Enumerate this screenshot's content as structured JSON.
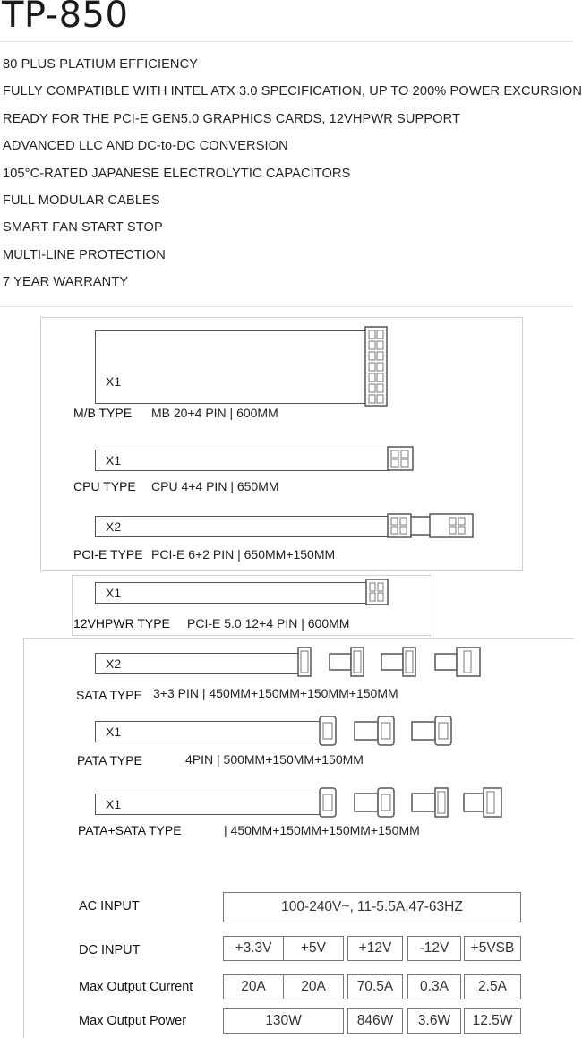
{
  "title": "TP-850",
  "features": [
    "80 PLUS PLATIUM EFFICIENCY",
    "FULLY COMPATIBLE WITH INTEL ATX 3.0 SPECIFICATION, UP TO 200% POWER EXCURSION",
    "READY FOR THE PCI-E GEN5.0 GRAPHICS CARDS, 12VHPWR SUPPORT",
    "ADVANCED LLC AND DC-to-DC CONVERSION",
    "105°C-RATED JAPANESE ELECTROLYTIC CAPACITORS",
    "FULL MODULAR CABLES",
    "SMART FAN START STOP",
    "MULTI-LINE PROTECTION",
    "7 YEAR WARRANTY"
  ],
  "cables": {
    "mb": {
      "mult": "X1",
      "type": "M/B TYPE",
      "spec": "MB 20+4 PIN | 600MM"
    },
    "cpu": {
      "mult": "X1",
      "type": "CPU TYPE",
      "spec": "CPU 4+4 PIN | 650MM"
    },
    "pcie": {
      "mult": "X2",
      "type": "PCI-E TYPE",
      "spec": "PCI-E 6+2 PIN | 650MM+150MM"
    },
    "hpwr": {
      "mult": "X1",
      "type": "12VHPWR TYPE",
      "spec": "PCI-E 5.0  12+4 PIN | 600MM"
    },
    "sata": {
      "mult": "X2",
      "type": "SATA TYPE",
      "spec": "3+3 PIN | 450MM+150MM+150MM+150MM"
    },
    "pata": {
      "mult": "X1",
      "type": "PATA TYPE",
      "spec": "4PIN | 500MM+150MM+150MM"
    },
    "patasata": {
      "mult": "X1",
      "type": "PATA+SATA TYPE",
      "spec": "| 450MM+150MM+150MM+150MM"
    }
  },
  "table": {
    "ac_label": "AC INPUT",
    "ac_value": "100-240V~, 11-5.5A,47-63HZ",
    "dc_label": "DC INPUT",
    "dc": [
      "+3.3V",
      "+5V",
      "+12V",
      "-12V",
      "+5VSB"
    ],
    "current_label": "Max Output Current",
    "current": [
      "20A",
      "20A",
      "70.5A",
      "0.3A",
      "2.5A"
    ],
    "power_label": "Max Output Power",
    "power": [
      "130W",
      "846W",
      "3.6W",
      "12.5W"
    ]
  }
}
